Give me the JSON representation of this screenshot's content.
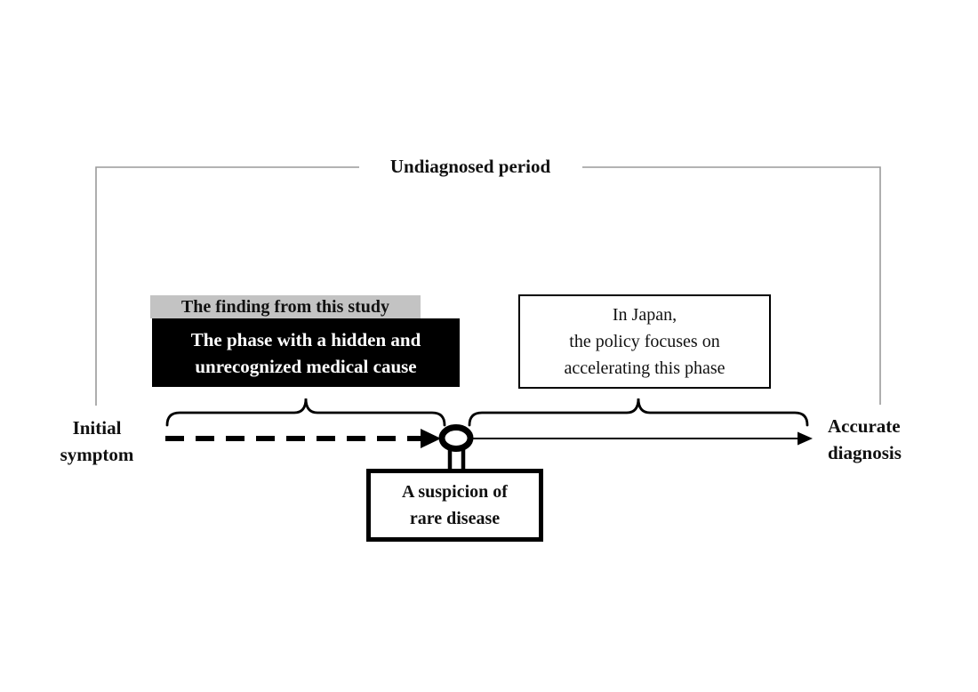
{
  "diagram": {
    "title": "Undiagnosed period",
    "finding_label": "The finding from this study",
    "phase_box": {
      "line1": "The phase with a hidden and",
      "line2": "unrecognized medical cause"
    },
    "japan_box": {
      "line1": "In Japan,",
      "line2": "the policy focuses on",
      "line3": "accelerating this phase"
    },
    "suspicion_box": {
      "line1": "A suspicion of",
      "line2": "rare disease"
    },
    "timeline": {
      "start": {
        "line1": "Initial",
        "line2": "symptom"
      },
      "end": {
        "line1": "Accurate",
        "line2": "diagnosis"
      }
    },
    "colors": {
      "bracket_line": "#9a9a9a",
      "finding_label_bg": "#c3c3c3",
      "phase_box_bg": "#000000",
      "phase_box_text": "#ffffff",
      "line_black": "#000000",
      "background": "#ffffff"
    }
  }
}
